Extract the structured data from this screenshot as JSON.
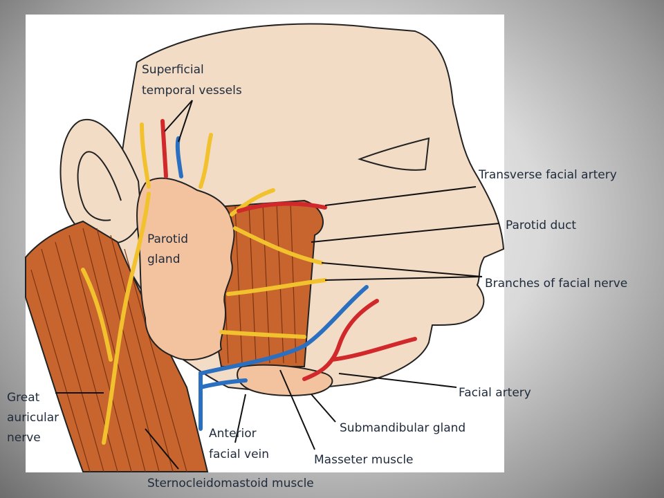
{
  "labels": {
    "superficial_temporal_1": "Superficial",
    "superficial_temporal_2": "temporal vessels",
    "transverse_facial_artery": "Transverse facial artery",
    "parotid_duct": "Parotid duct",
    "parotid_gland_1": "Parotid",
    "parotid_gland_2": "gland",
    "branches_facial_nerve": "Branches of facial nerve",
    "facial_artery": "Facial artery",
    "great_auricular_1": "Great",
    "great_auricular_2": "auricular",
    "great_auricular_3": "nerve",
    "submandibular_gland": "Submandibular gland",
    "anterior_facial_vein_1": "Anterior",
    "anterior_facial_vein_2": "facial vein",
    "masseter_muscle": "Masseter muscle",
    "sternocleidomastoid": "Sternocleidomastoid muscle"
  },
  "colors": {
    "skin": "#f2dcc6",
    "gland": "#f3c3a0",
    "muscle": "#c8652e",
    "artery": "#d0282b",
    "vein": "#2a6fc0",
    "nerve": "#f2c22e",
    "outline": "#222222",
    "label_text": "#1f2a3a"
  }
}
